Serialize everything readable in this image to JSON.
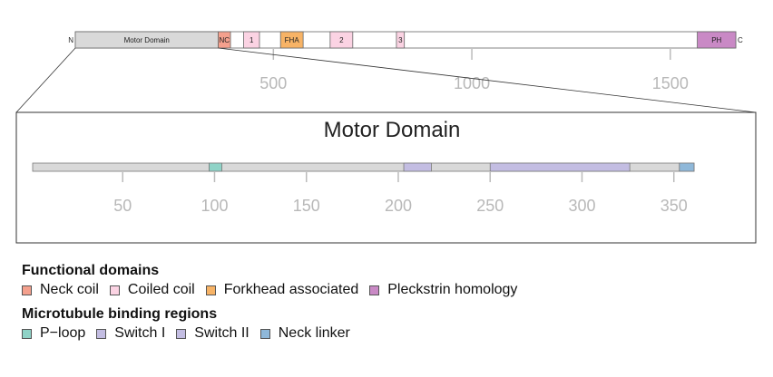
{
  "protein": {
    "length": 1665,
    "n_label": "N",
    "c_label": "C",
    "ticks": [
      500,
      1000,
      1500
    ],
    "segments": [
      {
        "label": "Motor Domain",
        "start": 1,
        "end": 361,
        "color": "#d9d9d9"
      },
      {
        "label": "NC",
        "start": 361,
        "end": 392,
        "color": "#f4a08d"
      },
      {
        "label": "1",
        "start": 425,
        "end": 465,
        "color": "#fbd3e3"
      },
      {
        "label": "FHA",
        "start": 518,
        "end": 575,
        "color": "#f7b366"
      },
      {
        "label": "2",
        "start": 643,
        "end": 700,
        "color": "#fbd3e3"
      },
      {
        "label": "3",
        "start": 810,
        "end": 830,
        "color": "#fbd3e3"
      },
      {
        "label": "PH",
        "start": 1568,
        "end": 1665,
        "color": "#c989c5"
      }
    ]
  },
  "motor": {
    "title": "Motor Domain",
    "length": 361,
    "ticks": [
      50,
      100,
      150,
      200,
      250,
      300,
      350
    ],
    "regions": [
      {
        "name": "P-loop",
        "start": 97,
        "end": 104,
        "color": "#8fd3c7"
      },
      {
        "name": "Switch I",
        "start": 203,
        "end": 218,
        "color": "#c3bde2"
      },
      {
        "name": "Switch II",
        "start": 250,
        "end": 326,
        "color": "#c3bde2"
      },
      {
        "name": "Neck linker",
        "start": 353,
        "end": 361,
        "color": "#8fb8d9"
      }
    ]
  },
  "legend": {
    "functional_title": "Functional domains",
    "functional": [
      {
        "label": "Neck coil",
        "color": "#f4a08d"
      },
      {
        "label": "Coiled coil",
        "color": "#fbd3e3"
      },
      {
        "label": "Forkhead associated",
        "color": "#f7b366"
      },
      {
        "label": "Pleckstrin homology",
        "color": "#c989c5"
      }
    ],
    "mt_title": "Microtubule binding regions",
    "mt": [
      {
        "label": "P−loop",
        "color": "#8fd3c7"
      },
      {
        "label": "Switch I",
        "color": "#c3bde2"
      },
      {
        "label": "Switch II",
        "color": "#c3bde2"
      },
      {
        "label": "Neck linker",
        "color": "#8fb8d9"
      }
    ]
  }
}
